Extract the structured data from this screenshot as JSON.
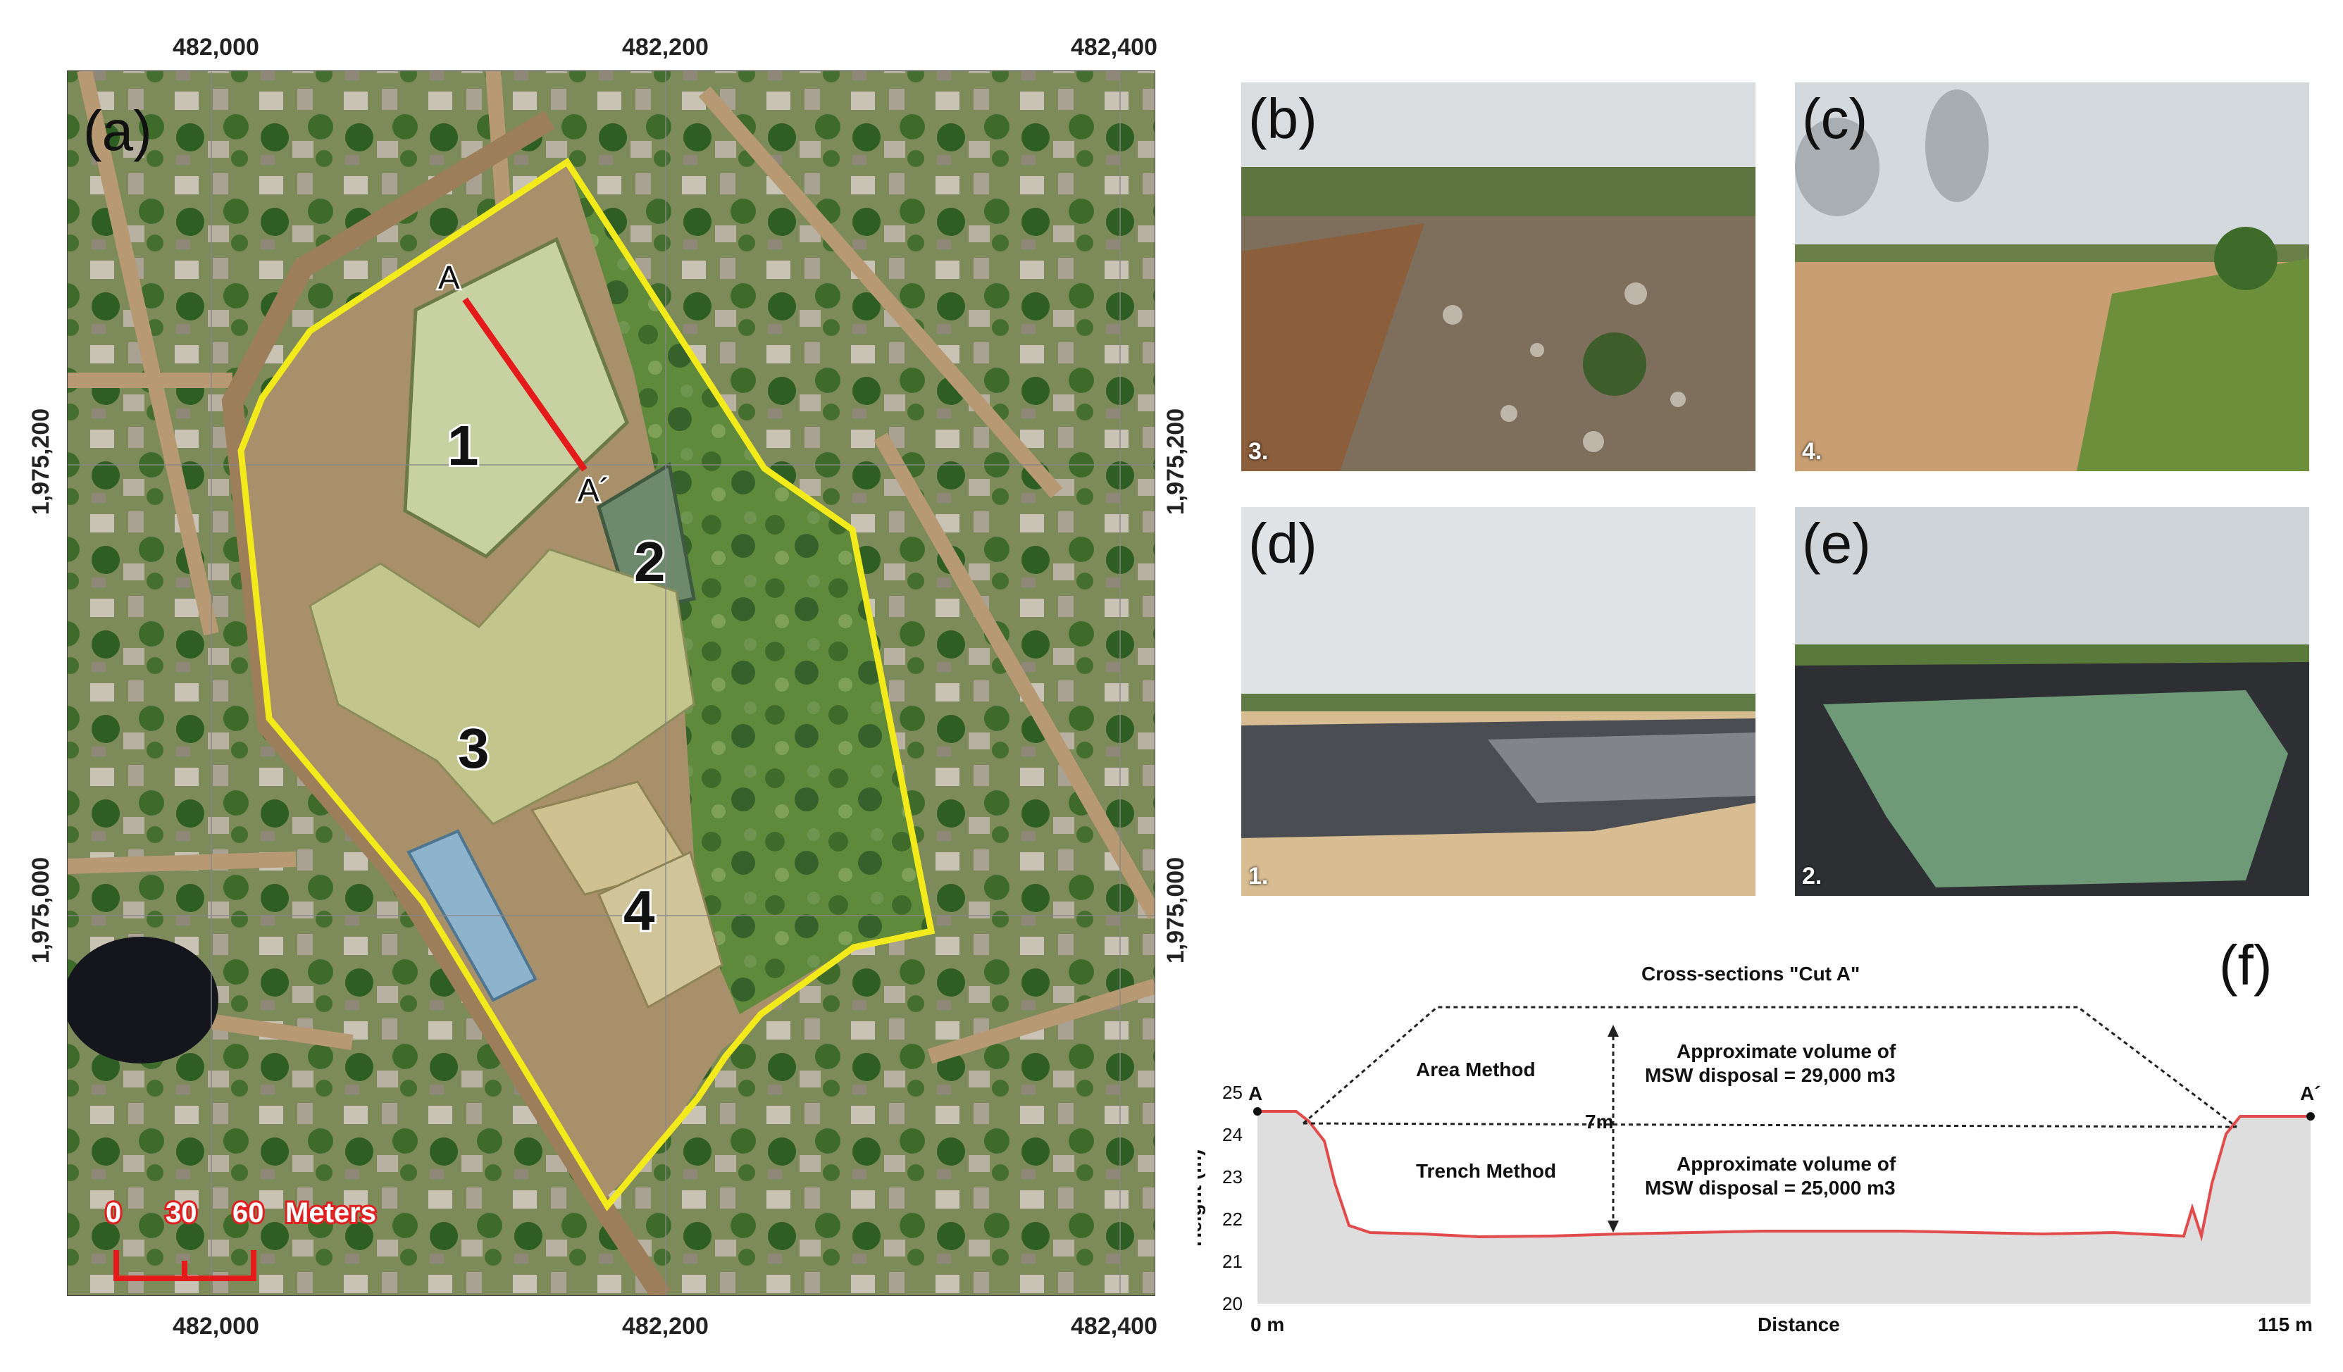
{
  "map": {
    "panel_label": "(a)",
    "top_x_labels": [
      "482,000",
      "482,200",
      "482,400"
    ],
    "bottom_x_labels": [
      "482,000",
      "482,200",
      "482,400"
    ],
    "left_y_labels": [
      "1,975,200",
      "1,975,000"
    ],
    "right_y_labels": [
      "1,975,200",
      "1,975,000"
    ],
    "site_labels": [
      "1",
      "2",
      "3",
      "4"
    ],
    "point_a": "A",
    "point_a_prime": "A´",
    "scale_bar": {
      "ticks": [
        "0",
        "30",
        "60"
      ],
      "unit": "Meters"
    },
    "boundary_color": "#f2ea1a",
    "cut_line_color": "#e51b1b"
  },
  "photos": [
    {
      "label": "(b)",
      "caption": "3."
    },
    {
      "label": "(c)",
      "caption": "4."
    },
    {
      "label": "(d)",
      "caption": "1."
    },
    {
      "label": "(e)",
      "caption": "2."
    }
  ],
  "profile": {
    "label": "(f)",
    "title": "Cross-sections \"Cut A\"",
    "area_method": "Area Method",
    "trench_method": "Trench Method",
    "area_volume_line1": "Approximate volume of",
    "area_volume_line2": "MSW disposal = 29,000 m3",
    "trench_volume_line1": "Approximate volume of",
    "trench_volume_line2": "MSW disposal = 25,000 m3",
    "depth": "7m",
    "start_label": "A",
    "end_label": "A´",
    "ylabel": "Height  (m)",
    "xlabel": "Distance",
    "x_start": "0 m",
    "x_end": "115 m",
    "y_ticks": [
      "25",
      "24",
      "23",
      "22",
      "21",
      "20"
    ]
  }
}
